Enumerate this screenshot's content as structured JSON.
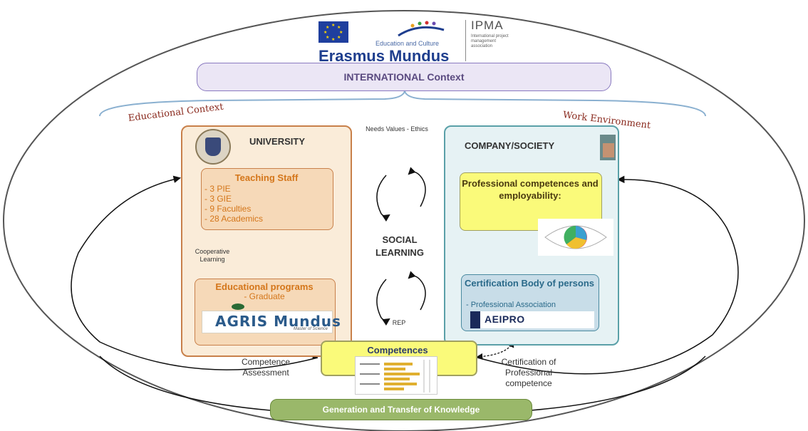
{
  "header": {
    "erasmus_logo_text": "Erasmus Mundus",
    "edu_culture_text": "Education and Culture",
    "ipma_title": "IPMA",
    "ipma_subtitle": "International project management association"
  },
  "international_context": "INTERNATIONAL Context",
  "educational_context": "Educational Context",
  "work_environment": "Work Environment",
  "university": {
    "title": "UNIVERSITY",
    "teaching_staff": {
      "title": "Teaching Staff",
      "items": [
        "- 3 PIE",
        "- 3 GIE",
        "- 9 Faculties",
        "- 28 Academics"
      ]
    },
    "cooperative_learning": "Cooperative Learning",
    "educational_programs": {
      "title": "Educational programs",
      "subtitle": "- Graduate"
    },
    "agris_logo_text": "AGRIS Mundus",
    "agris_logo_sub": "Master of Science"
  },
  "company": {
    "title": "COMPANY/SOCIETY",
    "professional_competences": "Professional competences and employability:",
    "certification_body": {
      "title": "Certification Body of persons",
      "subtitle": "- Professional Association"
    },
    "aeipro_logo_text": "AEIPRO"
  },
  "center": {
    "needs_values": "Needs Values - Ethics",
    "social_learning": "SOCIAL LEARNING",
    "rep": "REP"
  },
  "competences": "Competences",
  "competence_assessment": "Competence Assessment",
  "certification_professional": "Certification of Professional competence",
  "generation_transfer": "Generation and Transfer of Knowledge",
  "colors": {
    "university_border": "#c8804a",
    "university_fill": "#faecd9",
    "company_border": "#5aa0a8",
    "company_fill": "#e6f2f4",
    "yellow_box": "#fafa7a",
    "green_box": "#9ab86a",
    "context_label": "#8a2a1e",
    "orange_text": "#d4761a"
  }
}
